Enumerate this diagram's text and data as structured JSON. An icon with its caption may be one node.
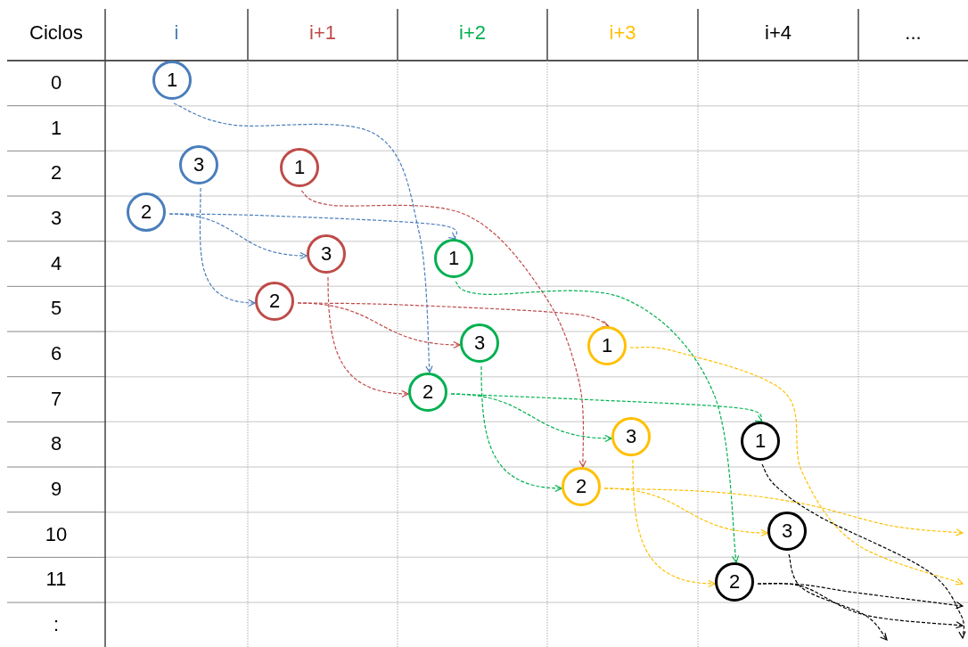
{
  "diagram": {
    "nodes": [
      {
        "text": [
          "1"
        ]
      },
      {
        "text": [
          "3"
        ]
      },
      {
        "text": [
          "1"
        ]
      },
      {
        "text": [
          "2"
        ]
      },
      {
        "text": [
          "3"
        ]
      },
      {
        "text": [
          "1"
        ]
      },
      {
        "text": [
          "2"
        ]
      },
      {
        "text": [
          "3"
        ]
      },
      {
        "text": [
          "1"
        ]
      },
      {
        "text": [
          "2"
        ]
      },
      {
        "text": [
          "3"
        ]
      },
      {
        "text": [
          "1"
        ]
      },
      {
        "text": [
          "2"
        ]
      },
      {
        "text": [
          "3"
        ]
      },
      {
        "text": [
          "2"
        ]
      }
    ],
    "edges": [
      {
        "from": 0,
        "to": 9,
        "arrow": "to",
        "style": "dashed",
        "color": "#4a7ebb"
      },
      {
        "from": 1,
        "to": 6,
        "arrow": "to",
        "style": "dashed",
        "color": "#4a7ebb"
      },
      {
        "from": 3,
        "to": 5,
        "arrow": "to",
        "style": "dashed",
        "color": "#4a7ebb"
      },
      {
        "from": 3,
        "to": 4,
        "arrow": "to",
        "style": "dashed",
        "color": "#4a7ebb"
      },
      {
        "from": 2,
        "to": 12,
        "arrow": "to",
        "style": "dashed",
        "color": "#be4b48"
      },
      {
        "from": 6,
        "to": 8,
        "arrow": "to",
        "style": "dashed",
        "color": "#be4b48"
      },
      {
        "from": 6,
        "to": 7,
        "arrow": "to",
        "style": "dashed",
        "color": "#be4b48"
      },
      {
        "from": 4,
        "to": 9,
        "arrow": "to",
        "style": "dashed",
        "color": "#be4b48"
      },
      {
        "from": 5,
        "to": 14,
        "arrow": "to",
        "style": "dashed",
        "color": "#00b050"
      },
      {
        "from": 9,
        "to": 11,
        "arrow": "to",
        "style": "dashed",
        "color": "#00b050"
      },
      {
        "from": 9,
        "to": 10,
        "arrow": "to",
        "style": "dashed",
        "color": "#00b050"
      },
      {
        "from": 7,
        "to": 12,
        "arrow": "to",
        "style": "dashed",
        "color": "#00b050"
      },
      {
        "from": 8,
        "to": null,
        "arrow": "to",
        "style": "dashed",
        "color": "#ffc000"
      },
      {
        "from": 10,
        "to": 14,
        "arrow": "to",
        "style": "dashed",
        "color": "#ffc000"
      },
      {
        "from": 12,
        "to": null,
        "arrow": "to",
        "style": "dashed",
        "color": "#ffc000"
      },
      {
        "from": 12,
        "to": 13,
        "arrow": "to",
        "style": "dashed",
        "color": "#ffc000"
      },
      {
        "from": 11,
        "to": null,
        "arrow": "to",
        "style": "dashed",
        "color": "#000000"
      },
      {
        "from": 13,
        "to": null,
        "arrow": "to",
        "style": "dashed",
        "color": "#000000"
      },
      {
        "from": 14,
        "to": null,
        "arrow": "to",
        "style": "dashed",
        "color": "#000000"
      },
      {
        "from": 14,
        "to": null,
        "arrow": "to",
        "style": "dashed",
        "color": "#000000"
      }
    ],
    "labels": [
      "Ciclos",
      "i",
      "i+1",
      "i+2",
      "i+3",
      "i+4",
      "...",
      "0",
      "1",
      "2",
      "3",
      "4",
      "5",
      "6",
      "7",
      "8",
      "9",
      "10",
      "11",
      ":"
    ]
  }
}
